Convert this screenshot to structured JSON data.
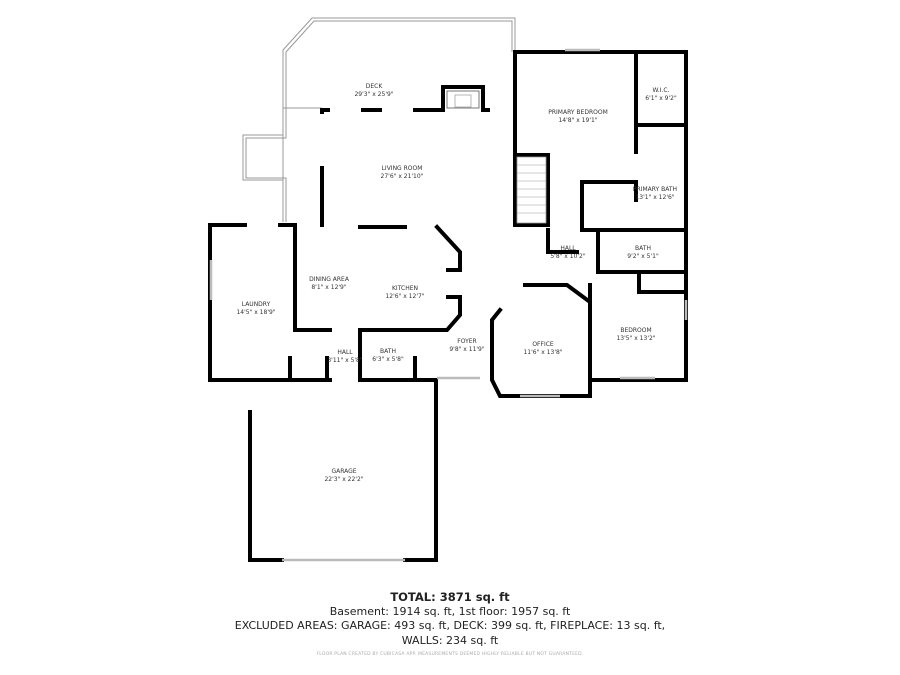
{
  "rooms": [
    {
      "name": "DECK",
      "size": "29'3\" x 25'9\""
    },
    {
      "name": "LIVING ROOM",
      "size": "27'6\" x 21'10\""
    },
    {
      "name": "PRIMARY BEDROOM",
      "size": "14'8\" x 19'1\""
    },
    {
      "name": "W.I.C.",
      "size": "6'1\" x 9'2\""
    },
    {
      "name": "PRIMARY BATH",
      "size": "13'1\" x 12'6\""
    },
    {
      "name": "HALL",
      "size": "5'8\" x 10'2\""
    },
    {
      "name": "BATH",
      "size": "9'2\" x 5'1\""
    },
    {
      "name": "DINING AREA",
      "size": "8'1\" x 12'9\""
    },
    {
      "name": "KITCHEN",
      "size": "12'6\" x 12'7\""
    },
    {
      "name": "LAUNDRY",
      "size": "14'5\" x 18'9\""
    },
    {
      "name": "HALL",
      "size": "3'11\" x 5'8\""
    },
    {
      "name": "BATH",
      "size": "6'3\" x 5'8\""
    },
    {
      "name": "FOYER",
      "size": "9'8\" x 11'9\""
    },
    {
      "name": "OFFICE",
      "size": "11'6\" x 13'8\""
    },
    {
      "name": "BEDROOM",
      "size": "13'5\" x 13'2\""
    },
    {
      "name": "GARAGE",
      "size": "22'3\" x 22'2\""
    }
  ],
  "summary": {
    "total": "TOTAL: 3871 sq. ft",
    "floors": "Basement: 1914 sq. ft, 1st floor: 1957 sq. ft",
    "excluded": "EXCLUDED AREAS: GARAGE: 493 sq. ft, DECK: 399 sq. ft, FIREPLACE: 13 sq. ft,",
    "walls": "WALLS: 234 sq. ft"
  },
  "footer": "FLOOR PLAN CREATED BY CUBICASA APP. MEASUREMENTS DEEMED HIGHLY RELIABLE BUT NOT GUARANTEED."
}
